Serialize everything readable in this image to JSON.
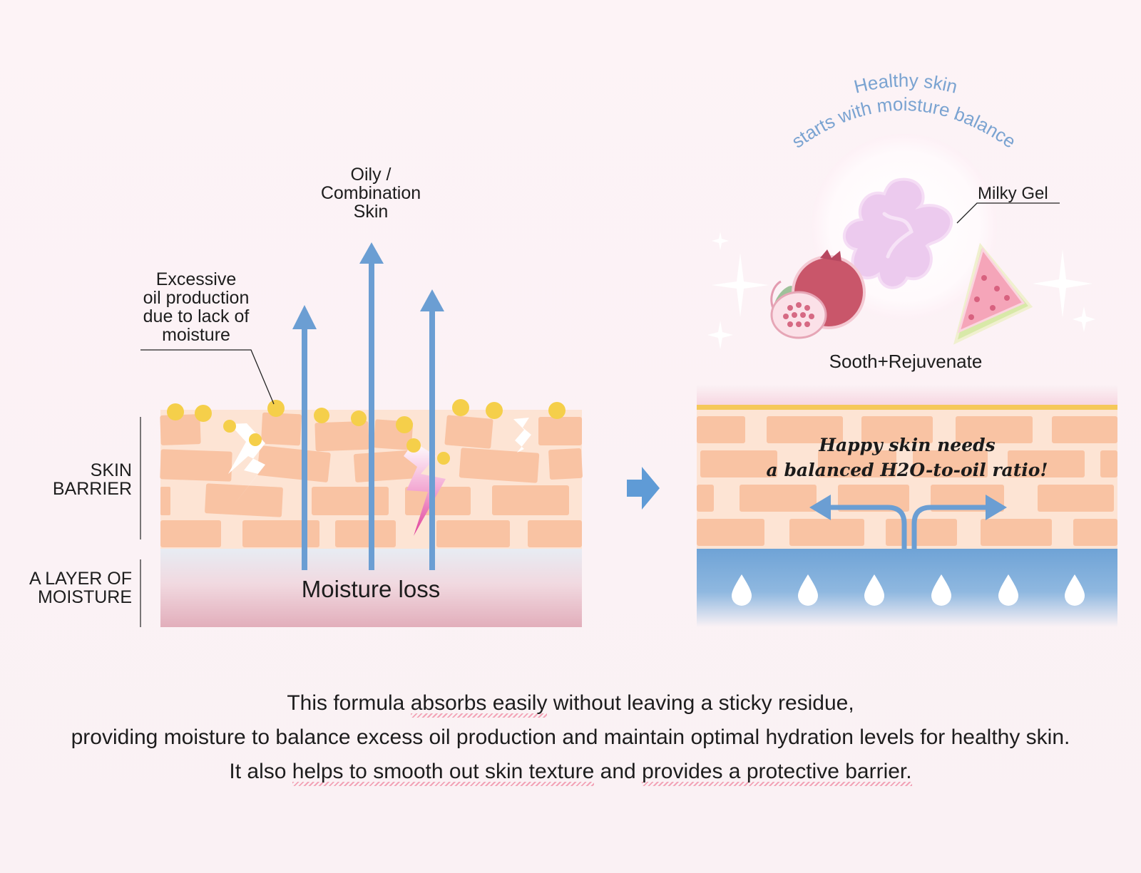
{
  "left": {
    "oily_label": [
      "Oily /",
      "Combination",
      "Skin"
    ],
    "excess_label": [
      "Excessive",
      "oil production",
      "due to lack of",
      "moisture"
    ],
    "skin_barrier_label": [
      "SKIN",
      "BARRIER"
    ],
    "moisture_layer_label": [
      "A LAYER OF",
      "MOISTURE"
    ],
    "moisture_loss_label": "Moisture loss"
  },
  "right": {
    "arc_line1": "Healthy skin",
    "arc_line2": "starts with moisture balance",
    "milky_gel_label": "Milky Gel",
    "sooth_label": "Sooth+Rejuvenate",
    "tagline_line1": "Happy skin needs",
    "tagline_line2": "a balanced H2O-to-oil ratio!"
  },
  "description": {
    "line1": {
      "pre": "This formula ",
      "hl": "absorbs easily",
      "post": " without leaving a sticky residue,"
    },
    "line2": "providing moisture to balance excess oil production and maintain optimal hydration levels for healthy skin.",
    "line3": {
      "pre": "It also ",
      "hl1": "helps to smooth out skin texture",
      "mid": " and ",
      "hl2": "provides a protective barrier."
    }
  },
  "colors": {
    "brick": "#f9c3a3",
    "brick_bg": "#fde4d4",
    "arrow_blue": "#6b9ed3",
    "oil_yellow": "#f5cf4a",
    "moisture_blue": "#6fa3d6",
    "accent_pink": "#e54ba0"
  }
}
